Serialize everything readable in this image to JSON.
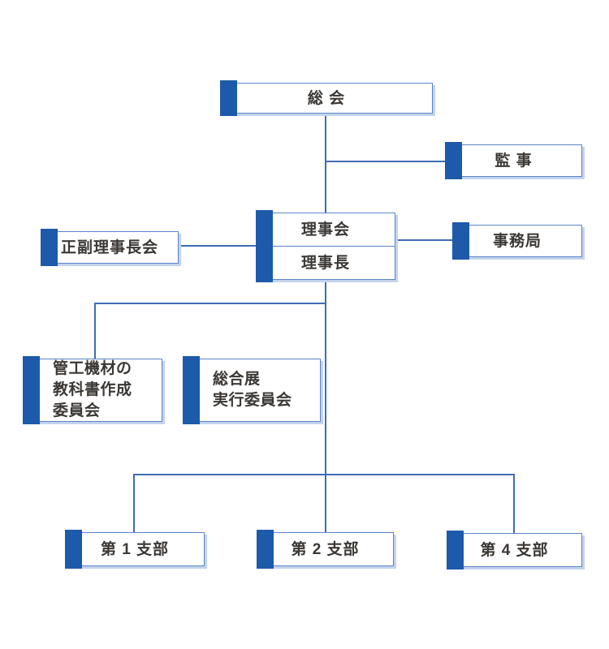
{
  "colors": {
    "bar": "#1d5aa9",
    "border": "#5b84c7",
    "line": "#3e6db5",
    "shadow": "#c2d3ec",
    "text": "#3b3734"
  },
  "nodes": {
    "general_meeting": {
      "label": "総 会"
    },
    "auditor": {
      "label": "監 事"
    },
    "board": {
      "top_label": "理事会",
      "bottom_label": "理事長"
    },
    "chairmen_council": {
      "label": "正副理事長会"
    },
    "secretariat": {
      "label": "事務局"
    },
    "textbook_committee": {
      "lines": [
        "管工機材の",
        "教科書作成",
        "委員会"
      ]
    },
    "expo_committee": {
      "lines": [
        "総合展",
        "実行委員会"
      ]
    },
    "branch1": {
      "label": "第 1 支部"
    },
    "branch2": {
      "label": "第 2 支部"
    },
    "branch4": {
      "label": "第 4 支部"
    }
  }
}
